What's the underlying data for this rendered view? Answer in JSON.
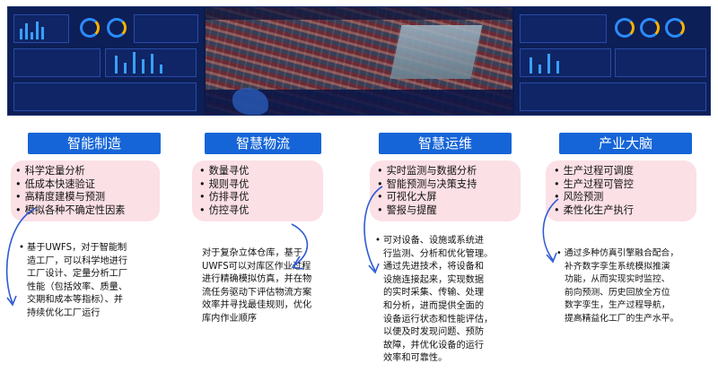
{
  "sections": [
    {
      "title": "智能制造",
      "items": [
        "科学定量分析",
        "低成本快速验证",
        "高精度建模与预测",
        "模拟各种不确定性因素"
      ],
      "description": "基于UWFS，对于智能制造工厂，可以科学地进行工厂设计、定量分析工厂性能（包括效率、质量、交期和成本等指标）、并持续优化工厂运行",
      "desc_lines": [
        "基于UWFS，对于智能制",
        "造工厂，可以科学地进行",
        "工厂设计、定量分析工厂",
        "性能（包括效率、质量、",
        "交期和成本等指标）、并",
        "持续优化工厂运行"
      ]
    },
    {
      "title": "智慧物流",
      "items": [
        "数量寻优",
        "规则寻优",
        "仿排寻优",
        "仿控寻优"
      ],
      "description": "对于复杂立体仓库，基于UWFS可以对库区作业过程进行精确模拟仿真，并在物流任务驱动下评估物流方案效率并寻找最佳规则，优化库内作业顺序",
      "desc_lines": [
        "对于复杂立体仓库，基于",
        "UWFS可以对库区作业过程",
        "进行精确模拟仿真，并在物",
        "流任务驱动下评估物流方案",
        "效率并寻找最佳规则，优化",
        "库内作业顺序"
      ]
    },
    {
      "title": "智慧运维",
      "items": [
        "实时监测与数据分析",
        "智能预测与决策支持",
        "可视化大屏",
        "警报与提醒"
      ],
      "description": "可对设备、设施或系统进行监测、分析和优化管理。通过先进技术，将设备和设施连接起来，实现数据的实时采集、传输、处理和分析，进而提供全面的设备运行状态和性能评估，以便及时发现问题、预防故障，并优化设备的运行效率和可靠性。",
      "desc_lines": [
        "可对设备、设施或系统进",
        "行监测、分析和优化管理。",
        "通过先进技术，将设备和",
        "设施连接起来，实现数据",
        "的实时采集、传输、处理",
        "和分析，进而提供全面的",
        "设备运行状态和性能评估，",
        "以便及时发现问题、预防",
        "故障，并优化设备的运行",
        "效率和可靠性。"
      ]
    },
    {
      "title": "产业大脑",
      "items": [
        "生产过程可调度",
        "生产过程可管控",
        "风险预测",
        "柔性化生产执行"
      ],
      "description": "通过多种仿真引擎融合配合，补齐数字孪生系统模拟推演功能，从而实现实时监控、前向预测、历史回放全方位数字孪生，生产过程导航，提高精益化工厂的生产水平。",
      "desc_lines": [
        "通过多种仿真引擎融合配合，",
        "补齐数字孪生系统模拟推演",
        "功能，从而实现实时监控、",
        "前向预测、历史回放全方位",
        "数字孪生，生产过程导航，",
        "提高精益化工厂的生产水平。"
      ]
    }
  ],
  "colors": {
    "header_blue": "#1565d8",
    "pink": "#fbe0e6",
    "dashboard_bg": "#0b1a4a",
    "arrow_blue": "#2f5bd3"
  }
}
